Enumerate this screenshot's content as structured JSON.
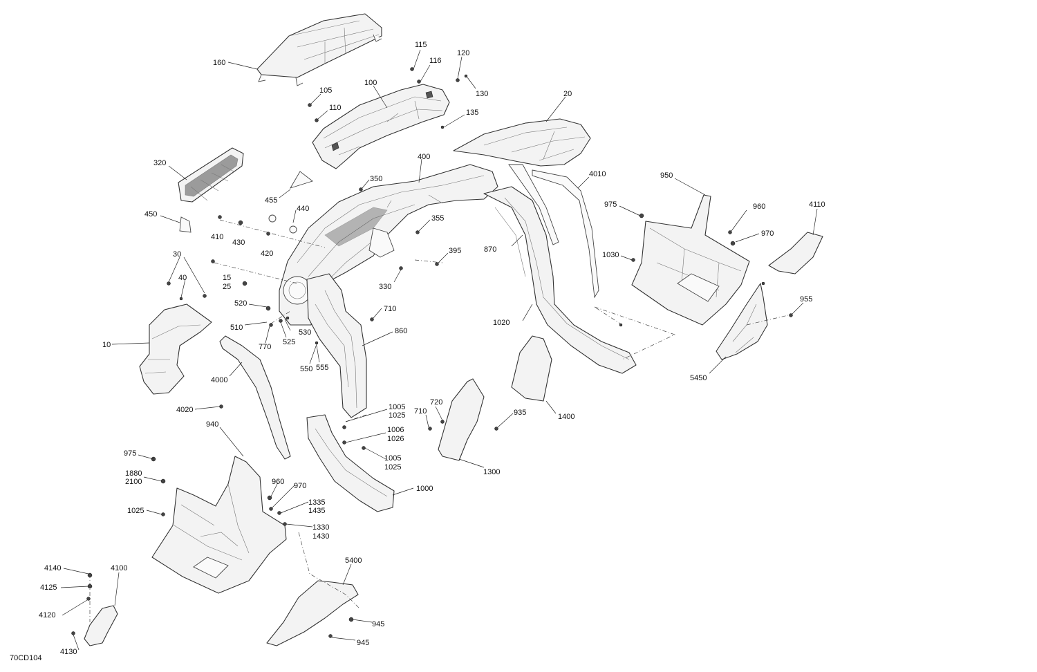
{
  "drawing_id": "70CD104",
  "callouts": [
    {
      "id": "c160",
      "label": "160"
    },
    {
      "id": "c115",
      "label": "115"
    },
    {
      "id": "c116",
      "label": "116"
    },
    {
      "id": "c120",
      "label": "120"
    },
    {
      "id": "c130",
      "label": "130"
    },
    {
      "id": "c105",
      "label": "105"
    },
    {
      "id": "c100",
      "label": "100"
    },
    {
      "id": "c110",
      "label": "110"
    },
    {
      "id": "c135",
      "label": "135"
    },
    {
      "id": "c20",
      "label": "20"
    },
    {
      "id": "c320",
      "label": "320"
    },
    {
      "id": "c400",
      "label": "400"
    },
    {
      "id": "c4010",
      "label": "4010"
    },
    {
      "id": "c350",
      "label": "350"
    },
    {
      "id": "c950",
      "label": "950"
    },
    {
      "id": "c455",
      "label": "455"
    },
    {
      "id": "c440",
      "label": "440"
    },
    {
      "id": "c975a",
      "label": "975"
    },
    {
      "id": "c4110",
      "label": "4110"
    },
    {
      "id": "c960a",
      "label": "960"
    },
    {
      "id": "c450",
      "label": "450"
    },
    {
      "id": "c355",
      "label": "355"
    },
    {
      "id": "c970a",
      "label": "970"
    },
    {
      "id": "c410",
      "label": "410"
    },
    {
      "id": "c430",
      "label": "430"
    },
    {
      "id": "c870",
      "label": "870"
    },
    {
      "id": "c420",
      "label": "420"
    },
    {
      "id": "c395",
      "label": "395"
    },
    {
      "id": "c1030",
      "label": "1030"
    },
    {
      "id": "c30",
      "label": "30"
    },
    {
      "id": "c330",
      "label": "330"
    },
    {
      "id": "c15",
      "label": "15"
    },
    {
      "id": "c40",
      "label": "40"
    },
    {
      "id": "c25",
      "label": "25"
    },
    {
      "id": "c955",
      "label": "955"
    },
    {
      "id": "c520",
      "label": "520"
    },
    {
      "id": "c710a",
      "label": "710"
    },
    {
      "id": "c1020",
      "label": "1020"
    },
    {
      "id": "c510",
      "label": "510"
    },
    {
      "id": "c530",
      "label": "530"
    },
    {
      "id": "c860",
      "label": "860"
    },
    {
      "id": "c10",
      "label": "10"
    },
    {
      "id": "c770",
      "label": "770"
    },
    {
      "id": "c525",
      "label": "525"
    },
    {
      "id": "c550",
      "label": "550"
    },
    {
      "id": "c555",
      "label": "555"
    },
    {
      "id": "c5450",
      "label": "5450"
    },
    {
      "id": "c4000",
      "label": "4000"
    },
    {
      "id": "c4020",
      "label": "4020"
    },
    {
      "id": "c1005a",
      "label": "1005"
    },
    {
      "id": "c1025a",
      "label": "1025"
    },
    {
      "id": "c720",
      "label": "720"
    },
    {
      "id": "c710b",
      "label": "710"
    },
    {
      "id": "c935",
      "label": "935"
    },
    {
      "id": "c1400",
      "label": "1400"
    },
    {
      "id": "c940",
      "label": "940"
    },
    {
      "id": "c1006",
      "label": "1006"
    },
    {
      "id": "c1026",
      "label": "1026"
    },
    {
      "id": "c975b",
      "label": "975"
    },
    {
      "id": "c1005b",
      "label": "1005"
    },
    {
      "id": "c1025b",
      "label": "1025"
    },
    {
      "id": "c1300",
      "label": "1300"
    },
    {
      "id": "c1880",
      "label": "1880"
    },
    {
      "id": "c2100",
      "label": "2100"
    },
    {
      "id": "c960b",
      "label": "960"
    },
    {
      "id": "c970b",
      "label": "970"
    },
    {
      "id": "c1000",
      "label": "1000"
    },
    {
      "id": "c1335",
      "label": "1335"
    },
    {
      "id": "c1025c",
      "label": "1025"
    },
    {
      "id": "c1435",
      "label": "1435"
    },
    {
      "id": "c1330",
      "label": "1330"
    },
    {
      "id": "c1430",
      "label": "1430"
    },
    {
      "id": "c5400",
      "label": "5400"
    },
    {
      "id": "c4140",
      "label": "4140"
    },
    {
      "id": "c4100",
      "label": "4100"
    },
    {
      "id": "c4125",
      "label": "4125"
    },
    {
      "id": "c4120",
      "label": "4120"
    },
    {
      "id": "c945a",
      "label": "945"
    },
    {
      "id": "c4130",
      "label": "4130"
    },
    {
      "id": "c945b",
      "label": "945"
    }
  ]
}
